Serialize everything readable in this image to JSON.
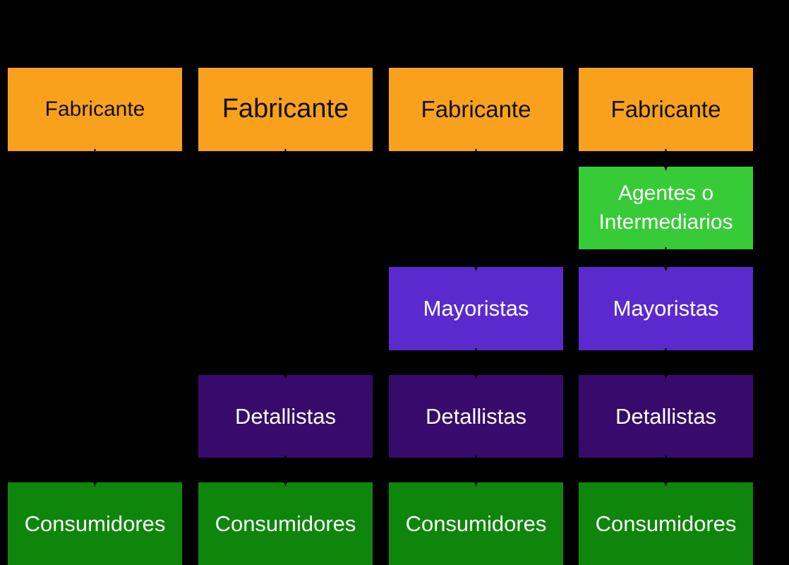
{
  "diagram": {
    "background": "#000000",
    "arrow_color": "#000000",
    "node_types": {
      "fabricante": {
        "label": "Fabricante",
        "bg": "#F9A11D",
        "text": "#111111"
      },
      "agentes": {
        "label": "Agentes o Intermediarios",
        "bg": "#38CB38",
        "text": "#FFFFFF"
      },
      "mayoristas": {
        "label": "Mayoristas",
        "bg": "#5A2ACE",
        "text": "#FFFFFF"
      },
      "detallistas": {
        "label": "Detallistas",
        "bg": "#370B6B",
        "text": "#FFFFFF"
      },
      "consumidores": {
        "label": "Consumidores",
        "bg": "#0E860B",
        "text": "#FFFFFF"
      }
    },
    "channels": [
      {
        "stages": [
          "fabricante",
          "consumidores"
        ]
      },
      {
        "stages": [
          "fabricante",
          "detallistas",
          "consumidores"
        ]
      },
      {
        "stages": [
          "fabricante",
          "mayoristas",
          "detallistas",
          "consumidores"
        ]
      },
      {
        "stages": [
          "fabricante",
          "agentes",
          "mayoristas",
          "detallistas",
          "consumidores"
        ]
      }
    ]
  }
}
